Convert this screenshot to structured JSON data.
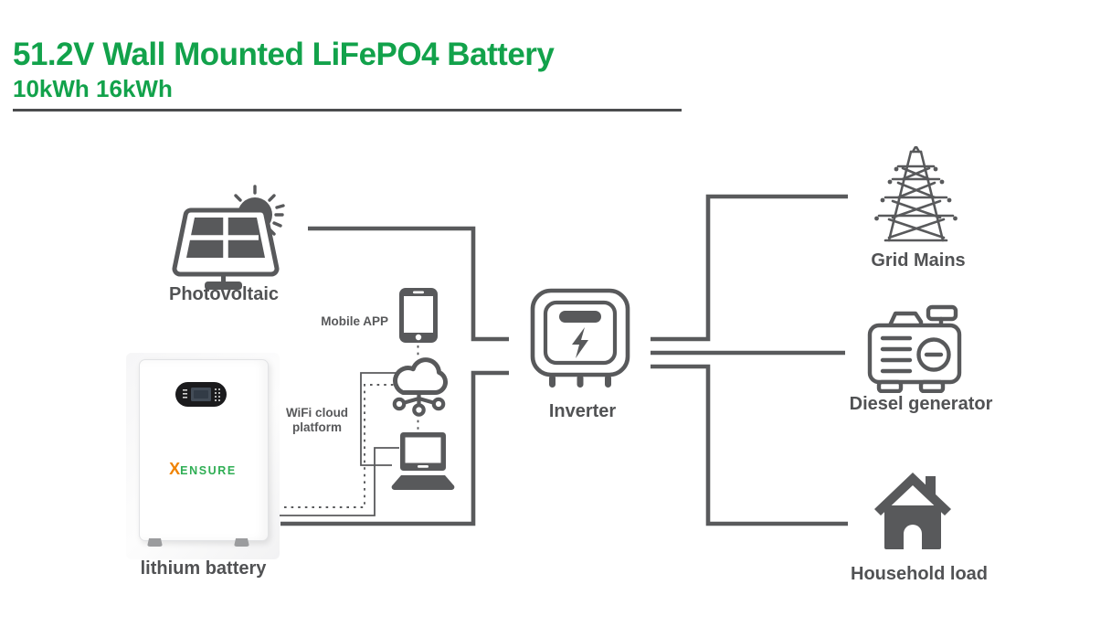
{
  "header": {
    "title": "51.2V Wall Mounted LiFePO4 Battery",
    "subtitle": "10kWh 16kWh"
  },
  "nodes": {
    "photovoltaic": {
      "label": "Photovoltaic"
    },
    "mobile_app": {
      "label": "Mobile APP"
    },
    "wifi_cloud": {
      "label_line1": "WiFi cloud",
      "label_line2": "platform"
    },
    "lithium_battery": {
      "label": "lithium battery",
      "brand_x": "X",
      "brand_rest": "ENSURE"
    },
    "inverter": {
      "label": "Inverter"
    },
    "grid_mains": {
      "label": "Grid Mains"
    },
    "diesel_generator": {
      "label": "Diesel generator"
    },
    "household_load": {
      "label": "Household load"
    }
  },
  "colors": {
    "accent_green": "#12a24b",
    "icon_gray": "#58595b",
    "label_gray": "#515254",
    "brand_orange": "#f08300",
    "brand_green": "#2fae54"
  }
}
